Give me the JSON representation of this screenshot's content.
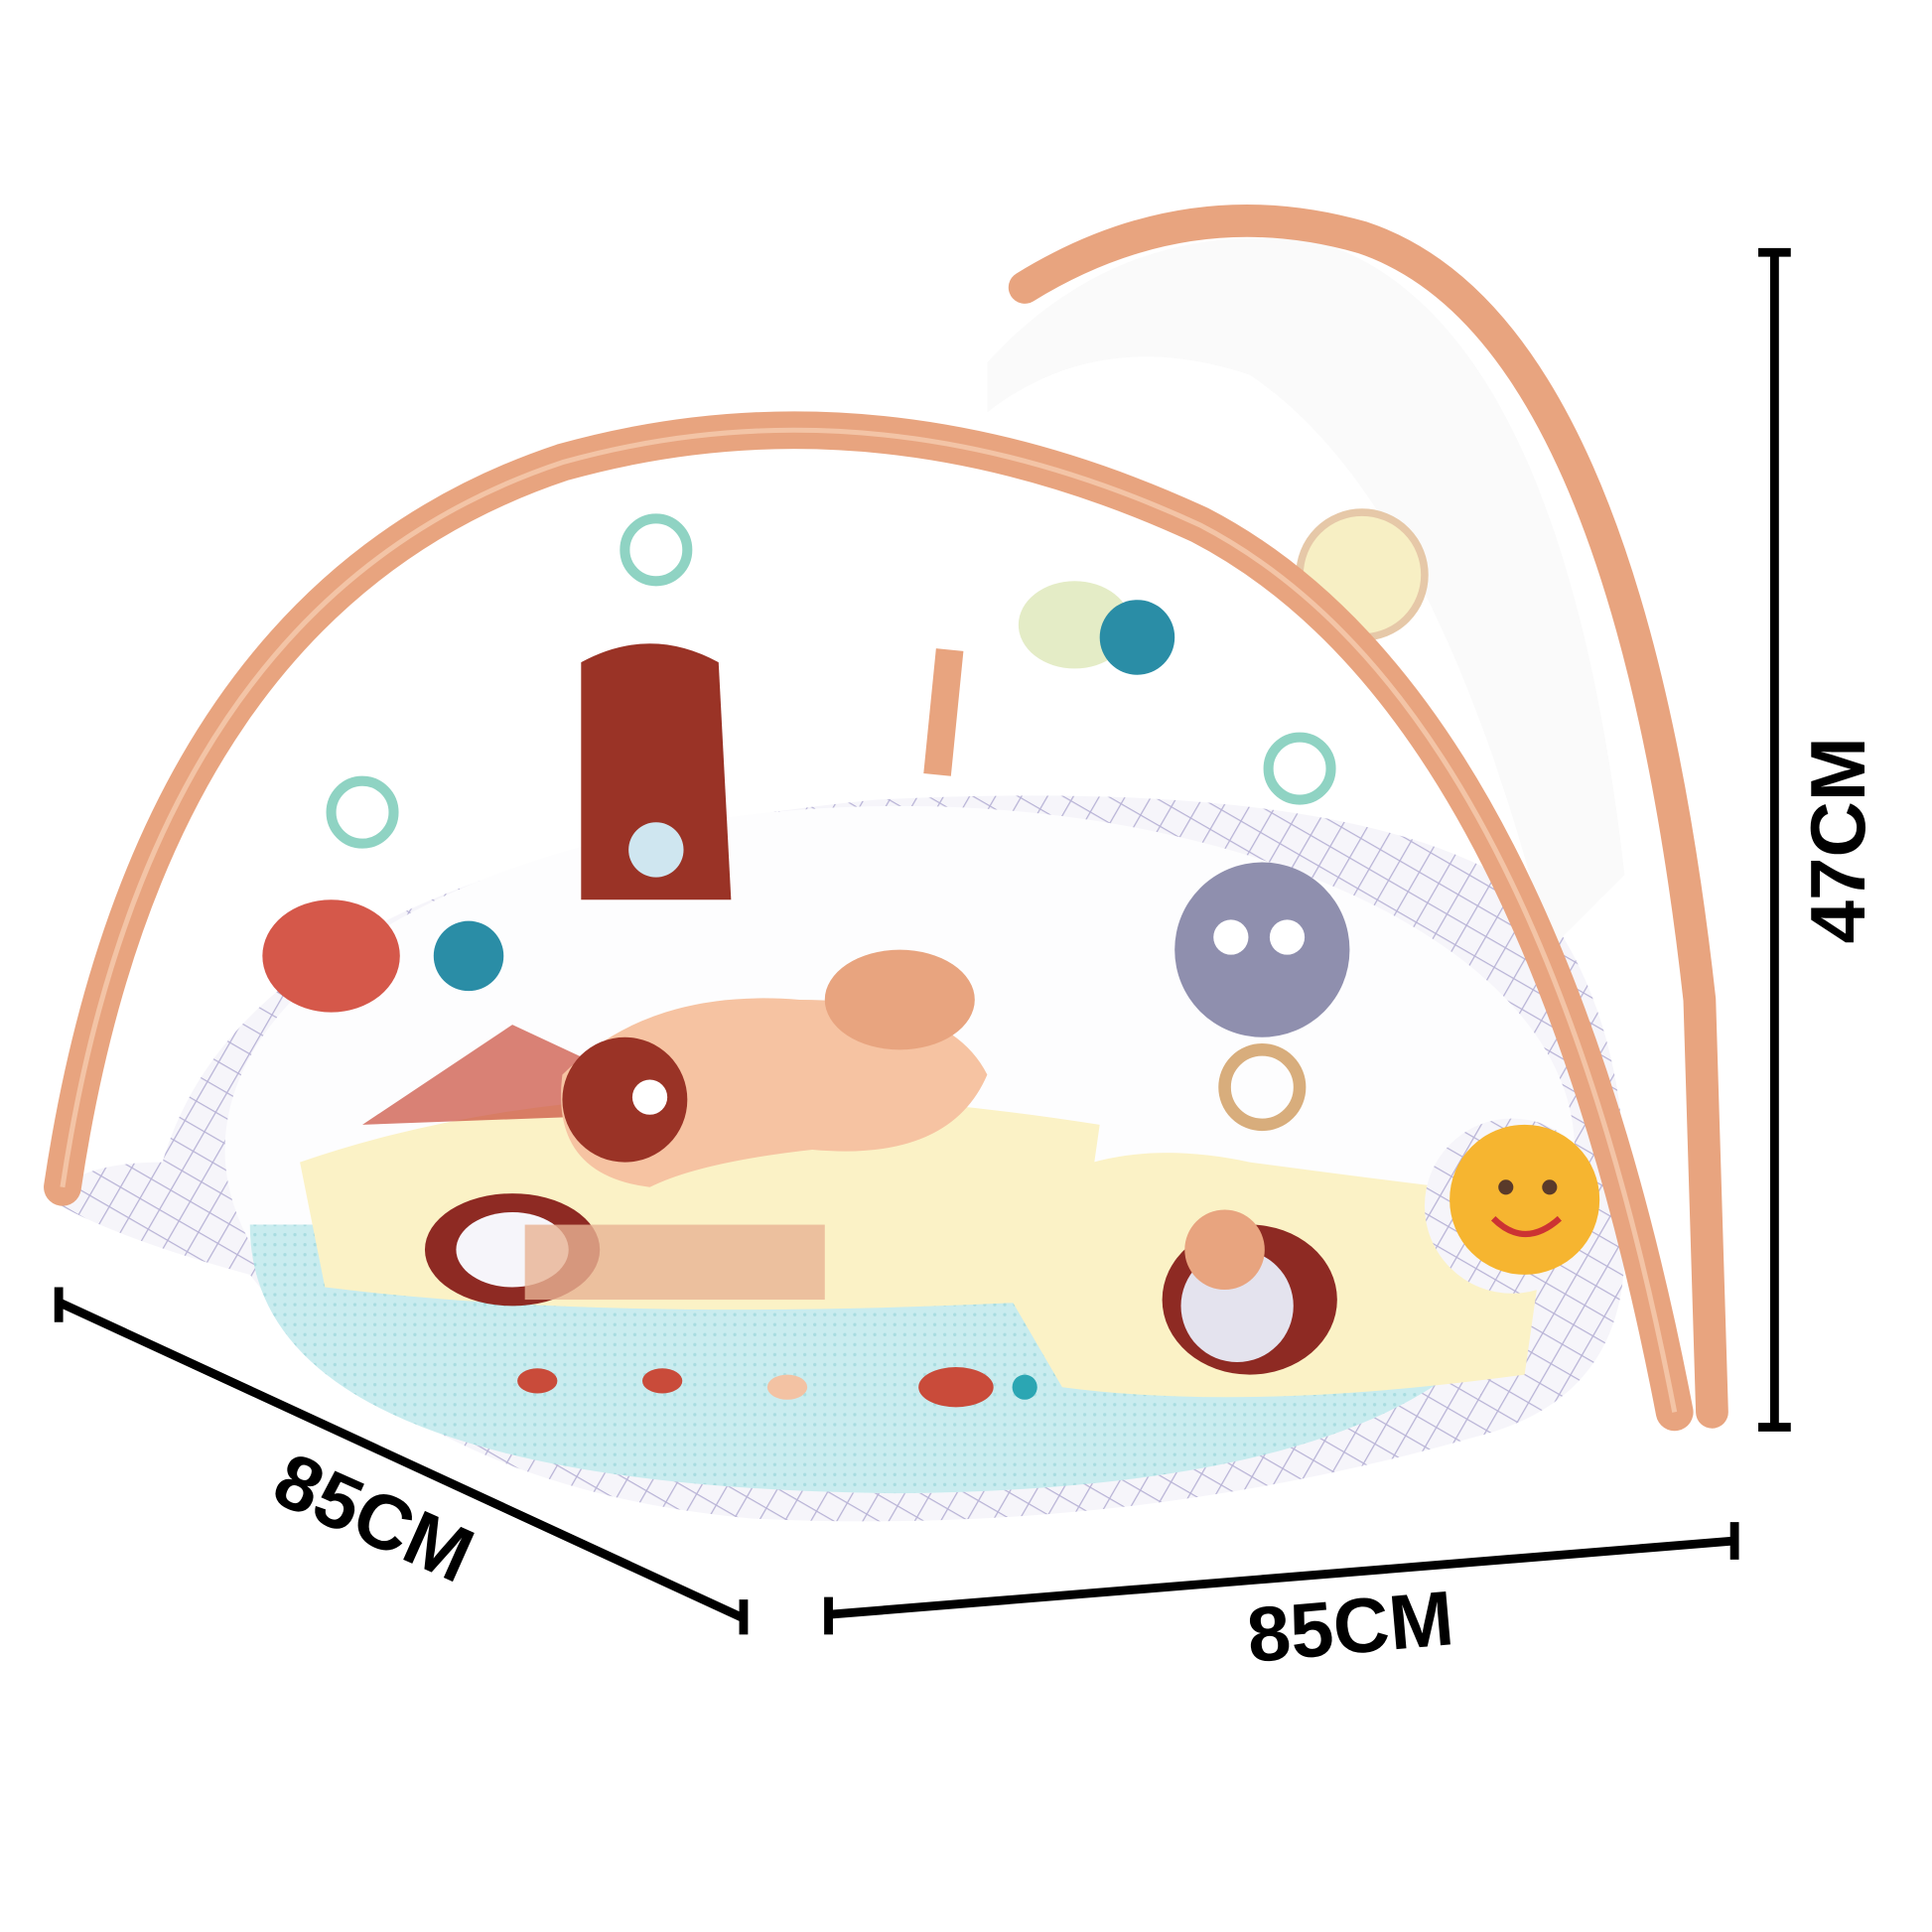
{
  "product": {
    "dimensions": {
      "depth_label": "85CM",
      "width_label": "85CM",
      "height_label": "47CM"
    },
    "colors": {
      "arch": "#e8a47f",
      "mat_border": "#ece9f4",
      "mat_water": "#bfe6ea",
      "mat_sand": "#fbf2c6",
      "bear": "#8e2a23",
      "sun": "#f6b530",
      "line": "#000000"
    }
  }
}
